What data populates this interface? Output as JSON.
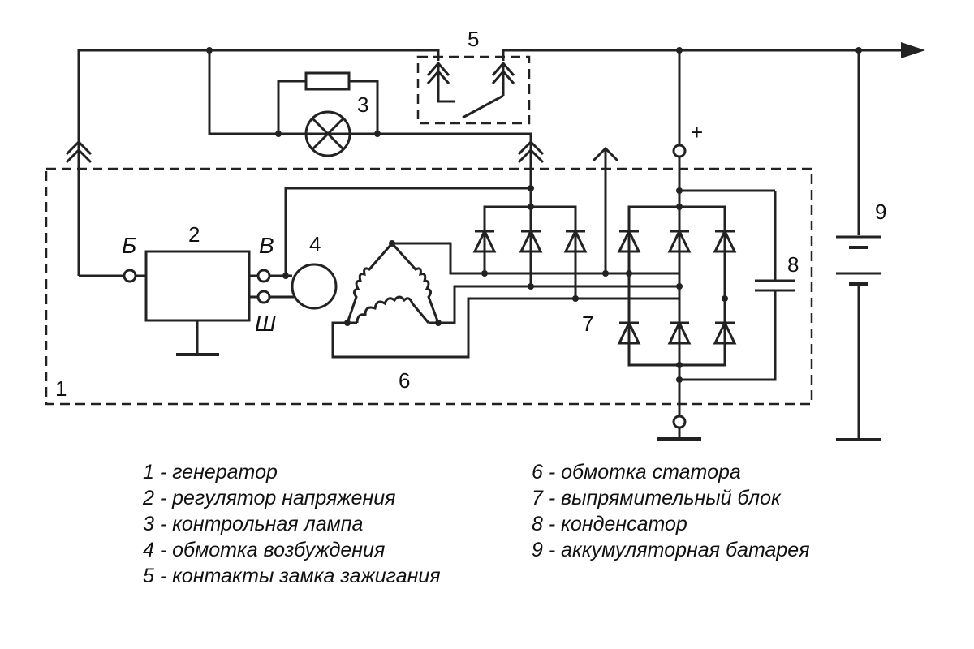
{
  "labels": {
    "n1": "1",
    "n2": "2",
    "n3": "3",
    "n4": "4",
    "n5": "5",
    "n6": "6",
    "n7": "7",
    "n8": "8",
    "n9": "9",
    "plus": "+",
    "term_b": "Б",
    "term_v": "В",
    "term_sh": "Ш"
  },
  "legend": {
    "left": [
      "1 - генератор",
      "2 - регулятор напряжения",
      "3 - контрольная лампа",
      "4 - обмотка возбуждения",
      "5 - контакты замка зажигания"
    ],
    "right": [
      "6 - обмотка статора",
      "7 - выпрямительный блок",
      "8 - конденсатор",
      "9 - аккумуляторная батарея"
    ]
  }
}
